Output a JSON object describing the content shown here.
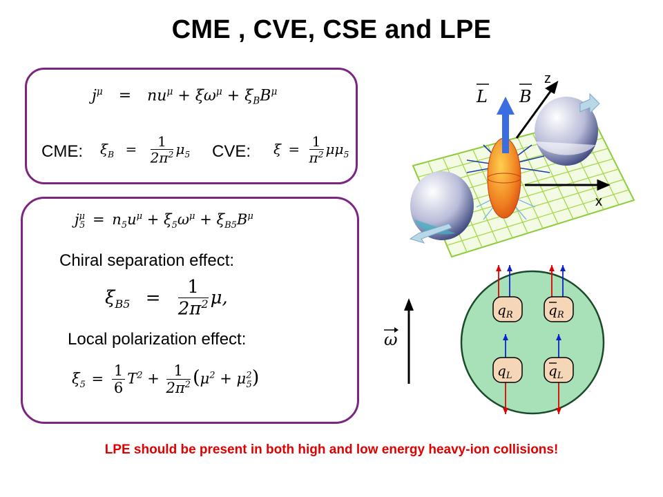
{
  "title": "CME , CVE, CSE and LPE",
  "box1": {
    "current_eq": {
      "lhs": "j",
      "lhs_sup": "μ",
      "eq": "=",
      "t1": "nu",
      "t1_sup": "μ",
      "plus1": "+",
      "t2": "ξω",
      "t2_sup": "μ",
      "plus2": "+",
      "t3": "ξ",
      "t3_sub": "B",
      "t3b": "B",
      "t3_sup": "μ"
    },
    "cme_label": "CME:",
    "cme_eq": {
      "lhs": "ξ",
      "lhs_sub": "B",
      "eq": "=",
      "num": "1",
      "den": "2π",
      "den_sup": "2",
      "tail": "μ",
      "tail_sub": "5"
    },
    "cve_label": "CVE:",
    "cve_eq": {
      "lhs": "ξ",
      "eq": "=",
      "num": "1",
      "den": "π",
      "den_sup": "2",
      "tail": "μμ",
      "tail_sub": "5"
    }
  },
  "box2": {
    "axial_eq": {
      "lhs": "j",
      "lhs_sub": "5",
      "lhs_sup": "μ",
      "eq": "=",
      "t1": "n",
      "t1_sub": "5",
      "t1b": "u",
      "t1_sup": "μ",
      "plus1": "+",
      "t2": "ξ",
      "t2_sub": "5",
      "t2b": "ω",
      "t2_sup": "μ",
      "plus2": "+",
      "t3": "ξ",
      "t3_sub": "B5",
      "t3b": "B",
      "t3_sup": "μ"
    },
    "cse_label": "Chiral separation effect:",
    "cse_eq": {
      "lhs": "ξ",
      "lhs_sub": "B5",
      "eq": "=",
      "num": "1",
      "den": "2π",
      "den_sup": "2",
      "tail": "μ,",
      "tail_sub": ""
    },
    "lpe_label": "Local polarization effect:",
    "lpe_eq": {
      "lhs": "ξ",
      "lhs_sub": "5",
      "eq": "=",
      "num1": "1",
      "den1": "6",
      "t": "T",
      "t_sup": "2",
      "plus": "+",
      "num2": "1",
      "den2": "2π",
      "den2_sup": "2",
      "paren_a": "μ",
      "paren_a_sup": "2",
      "paren_plus": "+",
      "paren_b": "μ",
      "paren_b_sup": "2",
      "paren_b_sub": "5"
    }
  },
  "collision_figure": {
    "label_L": "L",
    "label_B": "B",
    "axis_z": "z",
    "axis_x": "x"
  },
  "quark_figure": {
    "omega": "ω",
    "q_R": "q",
    "q_R_sub": "R",
    "qbar_R": "q",
    "qbar_R_sub": "R",
    "q_L": "q",
    "q_L_sub": "L",
    "qbar_L": "q",
    "qbar_L_sub": "L"
  },
  "footer": "LPE should be present in both high and low energy heavy-ion collisions!",
  "colors": {
    "box_border": "#7b2482",
    "footer": "#e00000",
    "disk": "#a8e0b8",
    "arrow_red": "#e00000",
    "arrow_blue": "#1020c8",
    "grid": "#a6d84a",
    "fireball": "#f07020",
    "spin_arrow": "#3a6ee0"
  }
}
